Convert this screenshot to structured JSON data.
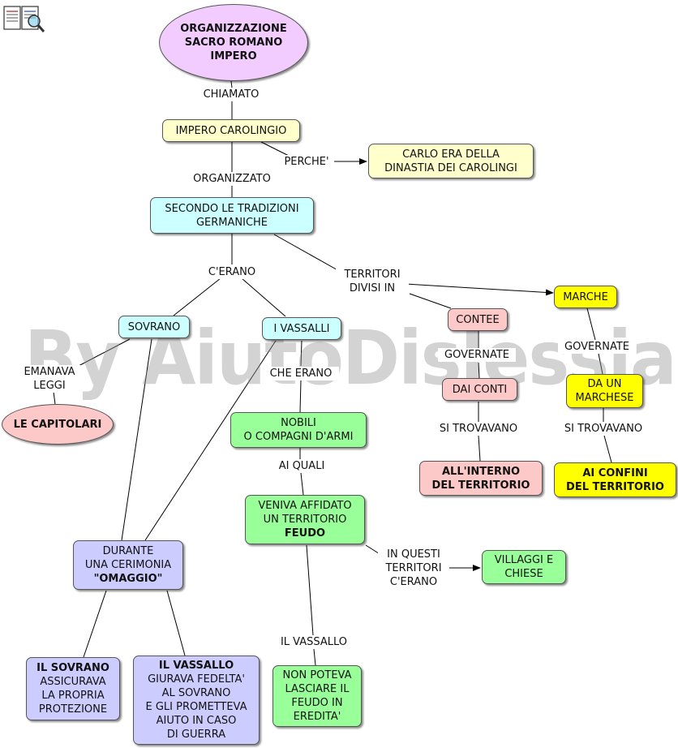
{
  "watermark": "By AiutoDislessia.net",
  "colors": {
    "pink": "#f2ccff",
    "salmon": "#fcc8c8",
    "cream": "#ffffcc",
    "cyan": "#ccffff",
    "green": "#99ff99",
    "lavender": "#ccccff",
    "yellow": "#ffff00",
    "line": "#000000"
  },
  "nodes": {
    "root": {
      "lines": [
        "ORGANIZZAZIONE",
        "SACRO ROMANO",
        "IMPERO"
      ]
    },
    "carolingio": {
      "lines": [
        "IMPERO CAROLINGIO"
      ]
    },
    "carlo": {
      "lines": [
        "CARLO ERA DELLA",
        "DINASTIA DEI CAROLINGI"
      ]
    },
    "tradizioni": {
      "lines": [
        "SECONDO LE TRADIZIONI",
        "GERMANICHE"
      ]
    },
    "sovrano": {
      "lines": [
        "SOVRANO"
      ]
    },
    "vassalli": {
      "lines": [
        "I VASSALLI"
      ]
    },
    "contee": {
      "lines": [
        "CONTEE"
      ]
    },
    "marche": {
      "lines": [
        "MARCHE"
      ]
    },
    "capitolari": {
      "lines": [
        "LE CAPITOLARI"
      ]
    },
    "conti": {
      "lines": [
        "DAI CONTI"
      ]
    },
    "marchese": {
      "lines": [
        "DA UN",
        "MARCHESE"
      ]
    },
    "nobili": {
      "lines": [
        "NOBILI",
        "O COMPAGNI D'ARMI"
      ]
    },
    "interno": {
      "lines": [
        "ALL'INTERNO",
        "DEL TERRITORIO"
      ]
    },
    "confini": {
      "lines": [
        "AI CONFINI",
        "DEL TERRITORIO"
      ]
    },
    "feudo": {
      "lines": [
        "VENIVA AFFIDATO",
        "UN TERRITORIO",
        "FEUDO"
      ]
    },
    "omaggio": {
      "lines": [
        "DURANTE",
        "UNA CERIMONIA",
        "\"OMAGGIO\""
      ]
    },
    "villaggi": {
      "lines": [
        "VILLAGGI E",
        "CHIESE"
      ]
    },
    "ilsovrano": {
      "lines": [
        "IL SOVRANO",
        "ASSICURAVA",
        "LA PROPRIA",
        "PROTEZIONE"
      ]
    },
    "ilvassallo": {
      "lines": [
        "IL VASSALLO",
        "GIURAVA FEDELTA'",
        "AL SOVRANO",
        "E GLI PROMETTEVA",
        "AIUTO IN CASO",
        "DI GUERRA"
      ]
    },
    "nonpoteva": {
      "lines": [
        "NON POTEVA",
        "LASCIARE IL",
        "FEUDO IN",
        "EREDITA'"
      ]
    }
  },
  "links": {
    "chiamato": {
      "lines": [
        "CHIAMATO"
      ]
    },
    "perche": {
      "lines": [
        "PERCHE'"
      ]
    },
    "organizzato": {
      "lines": [
        "ORGANIZZATO"
      ]
    },
    "cerano": {
      "lines": [
        "C'ERANO"
      ]
    },
    "territori": {
      "lines": [
        "TERRITORI",
        "DIVISI IN"
      ]
    },
    "emanava": {
      "lines": [
        "EMANAVA",
        "LEGGI"
      ]
    },
    "cheerano": {
      "lines": [
        "CHE ERANO"
      ]
    },
    "governate1": {
      "lines": [
        "GOVERNATE"
      ]
    },
    "governate2": {
      "lines": [
        "GOVERNATE"
      ]
    },
    "aiquali": {
      "lines": [
        "AI QUALI"
      ]
    },
    "sitrovavano1": {
      "lines": [
        "SI TROVAVANO"
      ]
    },
    "sitrovavano2": {
      "lines": [
        "SI TROVAVANO"
      ]
    },
    "inquesti": {
      "lines": [
        "IN QUESTI",
        "TERRITORI",
        "C'ERANO"
      ]
    },
    "ilvassallo": {
      "lines": [
        "IL VASSALLO"
      ]
    }
  }
}
